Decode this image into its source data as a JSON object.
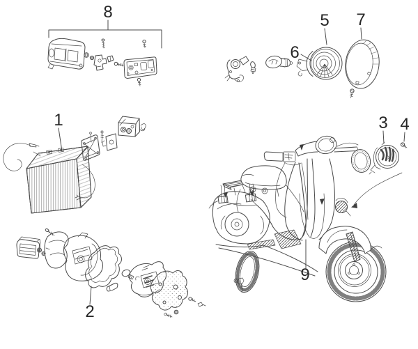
{
  "diagram": {
    "background_color": "#ffffff",
    "line_color": "#4a4a4a",
    "label_color": "#262626",
    "callouts": {
      "c1": "1",
      "c2": "2",
      "c3": "3",
      "c4": "4",
      "c5": "5",
      "c6": "6",
      "c7": "7",
      "c8": "8",
      "c9": "9"
    }
  }
}
